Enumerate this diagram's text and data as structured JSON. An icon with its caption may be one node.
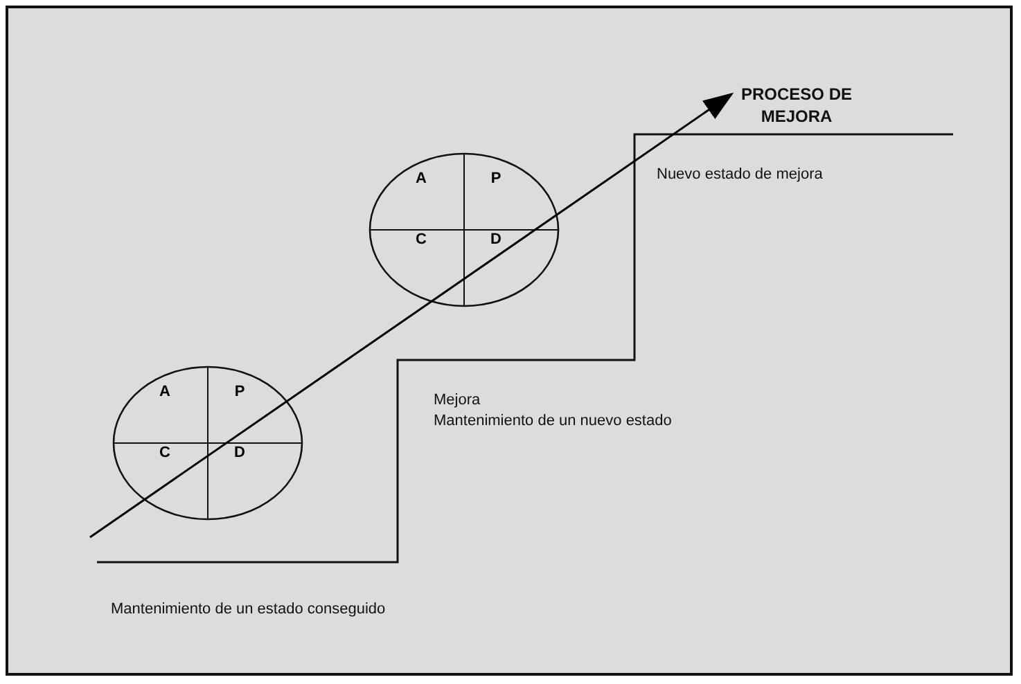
{
  "diagram": {
    "title": "PROCESO DE MEJORA",
    "nodes": [
      {
        "text": [
          "A",
          "P",
          "C",
          "D"
        ]
      },
      {
        "text": [
          "A",
          "P",
          "C",
          "D"
        ]
      }
    ],
    "labels": [
      "Nuevo estado de mejora",
      "Mejora",
      "Mantenimiento de un nuevo estado",
      "Mantenimiento de un estado conseguido"
    ]
  }
}
